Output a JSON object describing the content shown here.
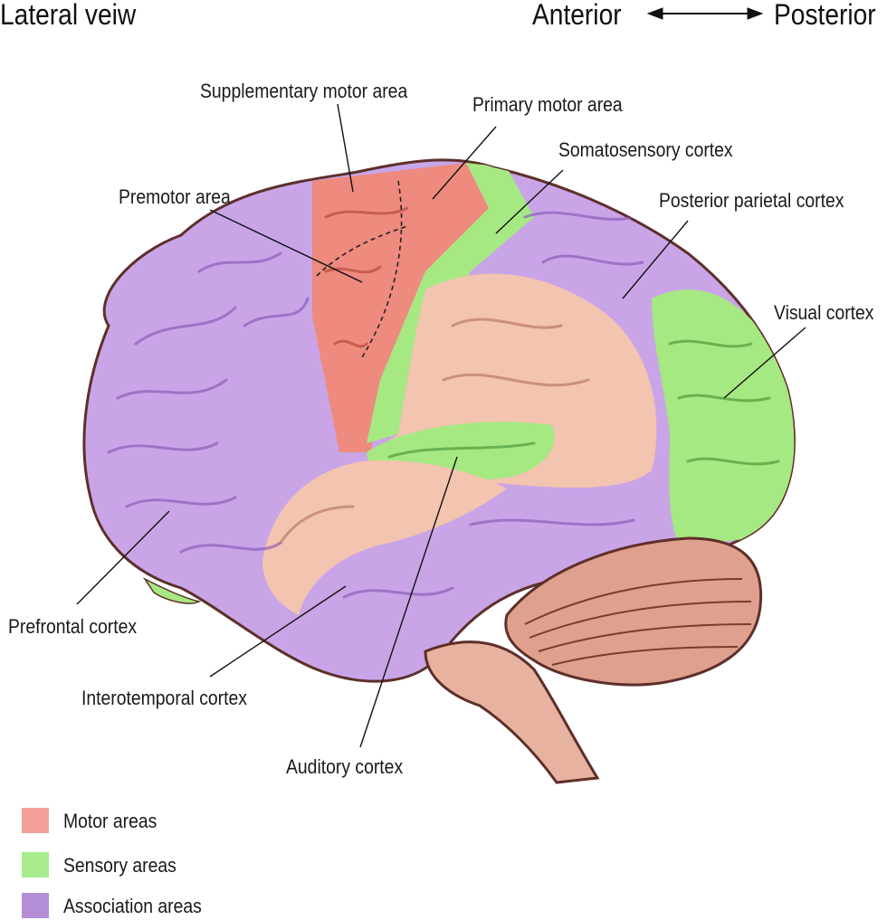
{
  "header": {
    "title": "Lateral veiw",
    "anterior": "Anterior",
    "posterior": "Posterior",
    "arrow_icon": "double-arrow-icon"
  },
  "labels": {
    "supplementary_motor": "Supplementary motor area",
    "primary_motor": "Primary motor area",
    "somatosensory": "Somatosensory cortex",
    "premotor": "Premotor area",
    "posterior_parietal": "Posterior parietal cortex",
    "visual": "Visual cortex",
    "prefrontal": "Prefrontal cortex",
    "interotemporal": "Interotemporal cortex",
    "auditory": "Auditory cortex"
  },
  "legend": {
    "motor": {
      "label": "Motor areas",
      "color": "#f4a09a"
    },
    "sensory": {
      "label": "Sensory areas",
      "color": "#a6ec8c"
    },
    "association": {
      "label": "Association areas",
      "color": "#b58ed8"
    }
  },
  "colors": {
    "motor": "#f08878",
    "sensory": "#a6e882",
    "association": "#c9a5e8",
    "temporal_lobe": "#f3c4b0",
    "cerebellum": "#dfa08e",
    "outline": "#5e2f2a"
  }
}
